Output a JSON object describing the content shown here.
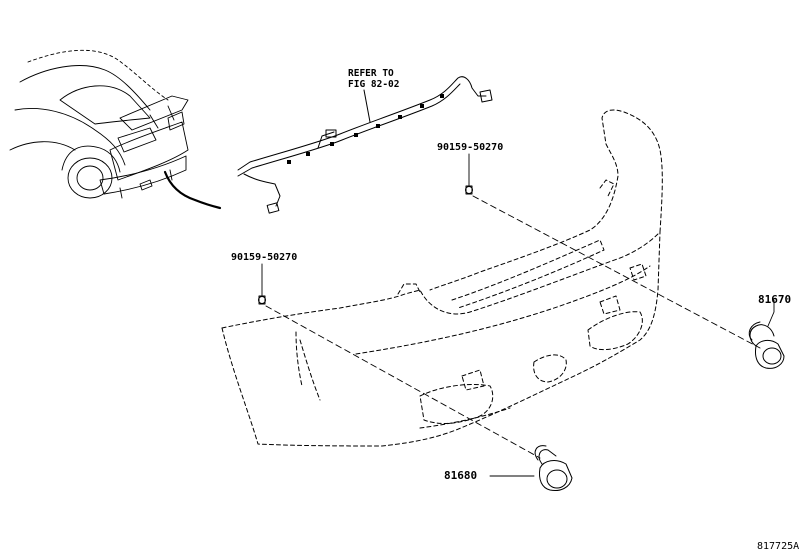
{
  "diagram_code": "817725A",
  "reference": {
    "line1": "REFER TO",
    "line2": "FIG 82-02"
  },
  "parts": {
    "screw_upper": "90159-50270",
    "screw_lower": "90159-50270",
    "reflector_right": "81670",
    "reflector_left": "81680"
  },
  "colors": {
    "line": "#000000",
    "background": "#ffffff"
  }
}
